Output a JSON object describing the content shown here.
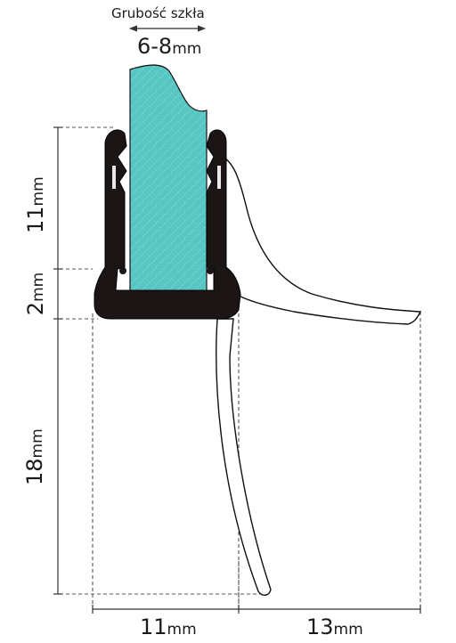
{
  "title": "Grubość szkła",
  "glass_thickness": {
    "value": "6-8",
    "unit": "mm"
  },
  "dimensions": [
    {
      "id": "seal-height",
      "value": "11",
      "unit": "mm"
    },
    {
      "id": "base-height",
      "value": "2",
      "unit": "mm"
    },
    {
      "id": "lip-height",
      "value": "18",
      "unit": "mm"
    },
    {
      "id": "profile-width",
      "value": "11",
      "unit": "mm"
    },
    {
      "id": "fin-width",
      "value": "13",
      "unit": "mm"
    }
  ],
  "colors": {
    "glass": "#58c7c4",
    "profile": "#1c1515",
    "outline": "#000000",
    "dimension": "#555555"
  }
}
